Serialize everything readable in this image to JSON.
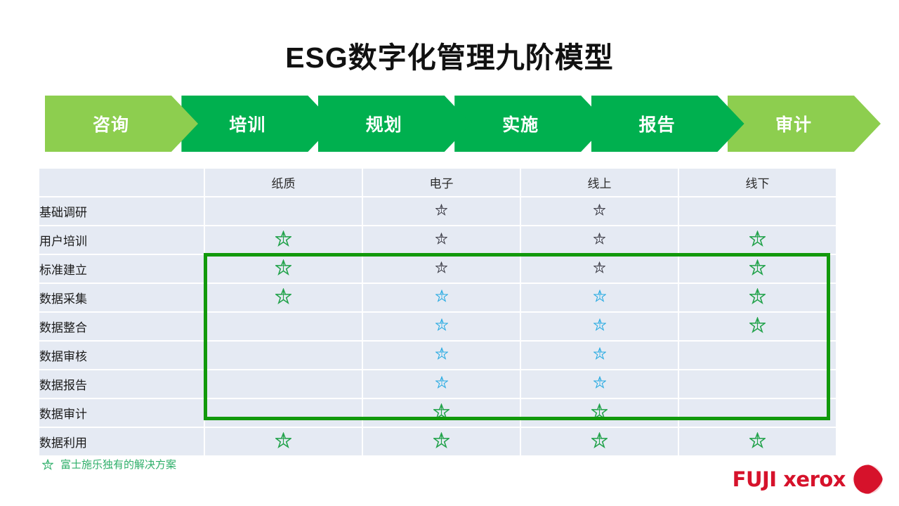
{
  "slide": {
    "title": "ESG数字化管理九阶模型"
  },
  "process": {
    "steps": [
      {
        "label": "咨询",
        "color": "#8DCE4F"
      },
      {
        "label": "培训",
        "color": "#00B04F"
      },
      {
        "label": "规划",
        "color": "#00B04F"
      },
      {
        "label": "实施",
        "color": "#00B04F"
      },
      {
        "label": "报告",
        "color": "#00B04F"
      },
      {
        "label": "审计",
        "color": "#8DCE4F"
      }
    ]
  },
  "matrix": {
    "corner_header": "",
    "columns": [
      "纸质",
      "电子",
      "线上",
      "线下"
    ],
    "rows": [
      {
        "label": "基础调研",
        "cells": [
          "",
          "dark",
          "dark",
          ""
        ]
      },
      {
        "label": "用户培训",
        "cells": [
          "green",
          "dark",
          "dark",
          "green"
        ]
      },
      {
        "label": "标准建立",
        "cells": [
          "green",
          "dark",
          "dark",
          "green"
        ]
      },
      {
        "label": "数据采集",
        "cells": [
          "green",
          "blue",
          "blue",
          "green"
        ]
      },
      {
        "label": "数据整合",
        "cells": [
          "",
          "blue",
          "blue",
          "green"
        ]
      },
      {
        "label": "数据审核",
        "cells": [
          "",
          "blue",
          "blue",
          ""
        ]
      },
      {
        "label": "数据报告",
        "cells": [
          "",
          "blue",
          "blue",
          ""
        ]
      },
      {
        "label": "数据审计",
        "cells": [
          "",
          "green",
          "green",
          ""
        ]
      },
      {
        "label": "数据利用",
        "cells": [
          "green",
          "green",
          "green",
          "green"
        ]
      }
    ],
    "star_colors": {
      "dark": "#3C3C46",
      "blue": "#29ABE2",
      "green": "#21A24A"
    },
    "row_background": "#E5EAF3"
  },
  "highlight": {
    "border_color": "#11990B"
  },
  "footnote": {
    "text": "富士施乐独有的解决方案",
    "color": "#2FAF6A",
    "icon": "star-icon"
  },
  "logo": {
    "wordmark": "FUJI xerox",
    "color": "#D6122B",
    "mark": "xerox-sphere-icon"
  }
}
